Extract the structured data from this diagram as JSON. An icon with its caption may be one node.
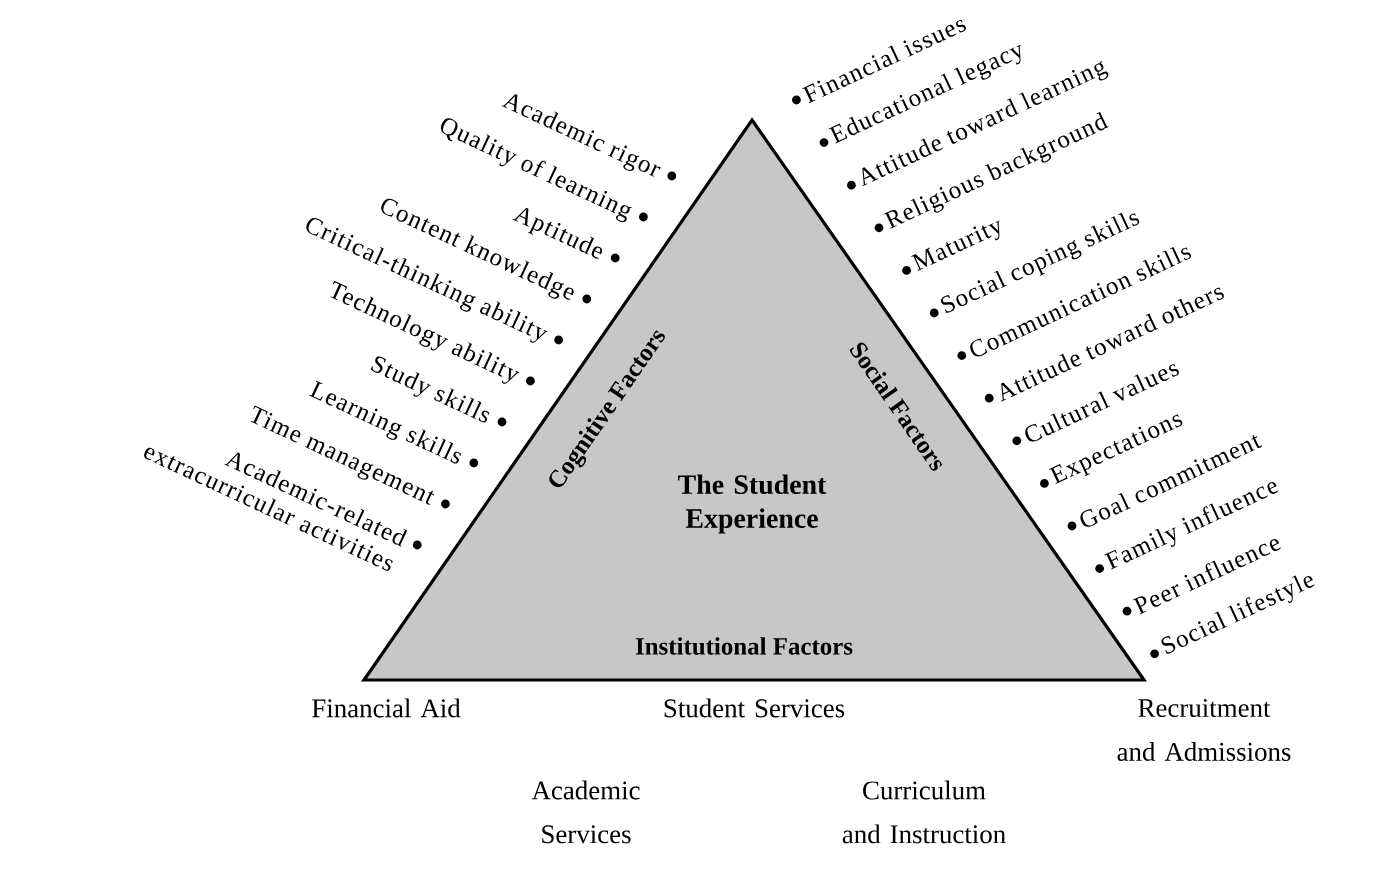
{
  "diagram": {
    "nodes": [
      {
        "text": [
          "The Student Experience",
          "Cognitive Factors",
          "Social Factors",
          "Institutional Factors"
        ]
      }
    ],
    "labels": [
      "Academic rigor",
      "Quality of learning",
      "Aptitude",
      "Content knowledge",
      "Critical-thinking ability",
      "Technology ability",
      "Study skills",
      "Learning skills",
      "Time management",
      "Academic-related extracurricular activities",
      "Financial issues",
      "Educational legacy",
      "Attitude toward learning",
      "Religious background",
      "Maturity",
      "Social coping skills",
      "Communication skills",
      "Attitude toward others",
      "Cultural values",
      "Expectations",
      "Goal commitment",
      "Family influence",
      "Peer influence",
      "Social lifestyle",
      "Financial Aid",
      "Student Services",
      "Recruitment and Admissions",
      "Academic Services",
      "Curriculum and Instruction"
    ]
  }
}
